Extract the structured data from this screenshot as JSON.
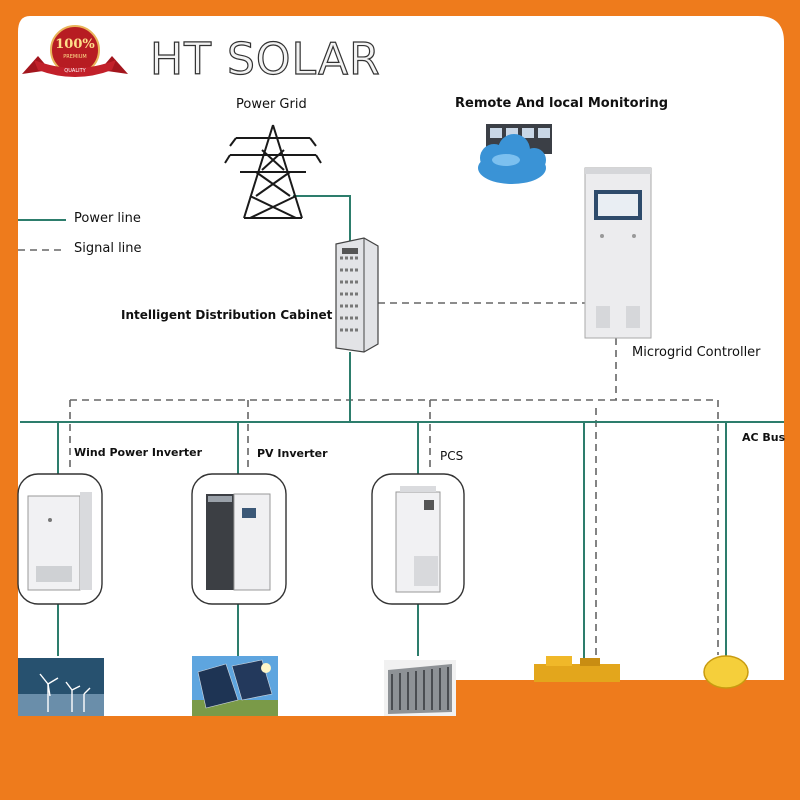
{
  "brand": {
    "name": "HT SOLAR",
    "badge_main": "100%",
    "badge_line": "PREMIUM",
    "badge_sub": "QUALITY"
  },
  "legend": {
    "power_line": "Power line",
    "signal_line": "Signal line"
  },
  "labels": {
    "power_grid": "Power Grid",
    "monitoring": "Remote And local Monitoring",
    "cabinet": "Intelligent Distribution Cabinet",
    "controller": "Microgrid Controller",
    "ac_bus": "AC Bus",
    "wind_inverter": "Wind Power Inverter",
    "pv_inverter": "PV Inverter",
    "pcs": "PCS"
  },
  "colors": {
    "frame": "#ee7b1c",
    "power_line": "#2d7d6c",
    "signal_line": "#666666",
    "cabinet": "#e9e9ea"
  }
}
